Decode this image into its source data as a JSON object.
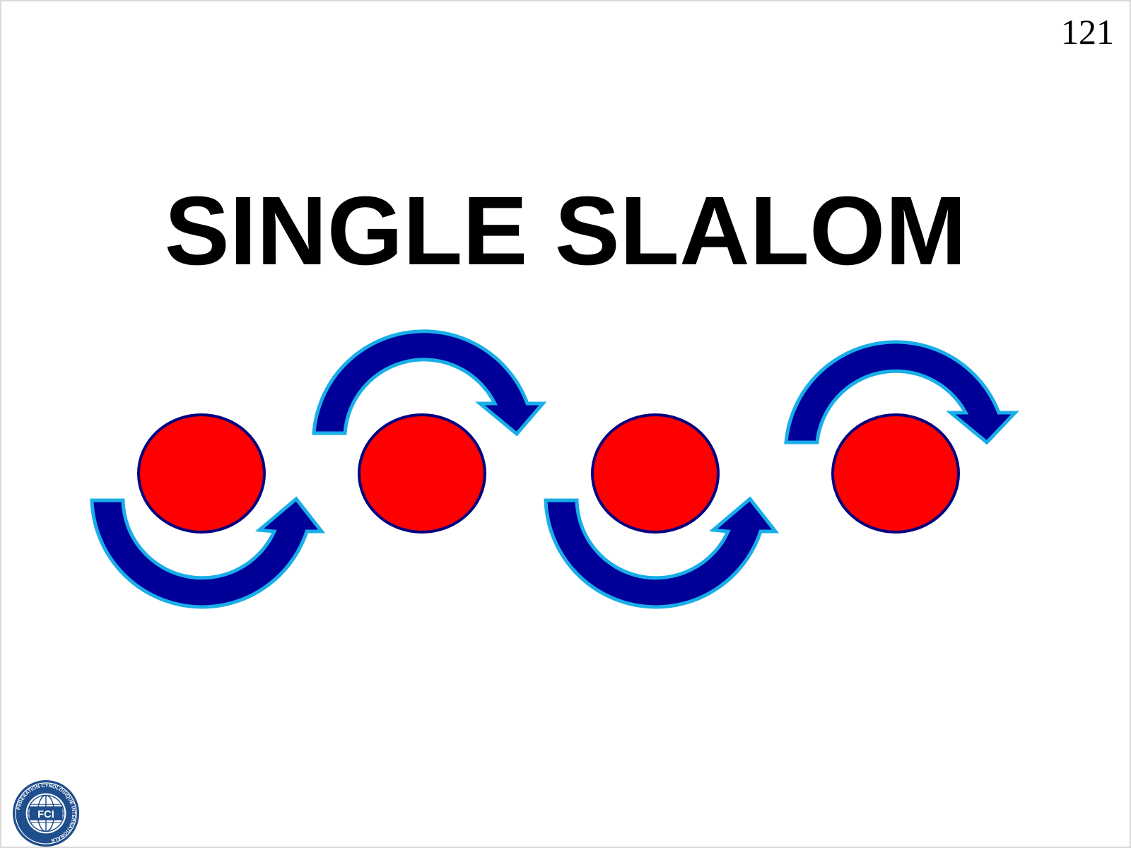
{
  "slide": {
    "page_number": "121",
    "title": "SINGLE SLALOM"
  },
  "diagram": {
    "pole_count": 4,
    "arrow_count": 4,
    "colors": {
      "pole_fill": "#ff0000",
      "pole_stroke": "#000080",
      "arrow_fill": "#000099",
      "arrow_stroke": "#19aee8"
    }
  },
  "logo": {
    "text": "FCI",
    "ring_text": "FEDERATION CYNOLOGIQUE INTERNATIONALE",
    "color": "#1f4e8c"
  }
}
